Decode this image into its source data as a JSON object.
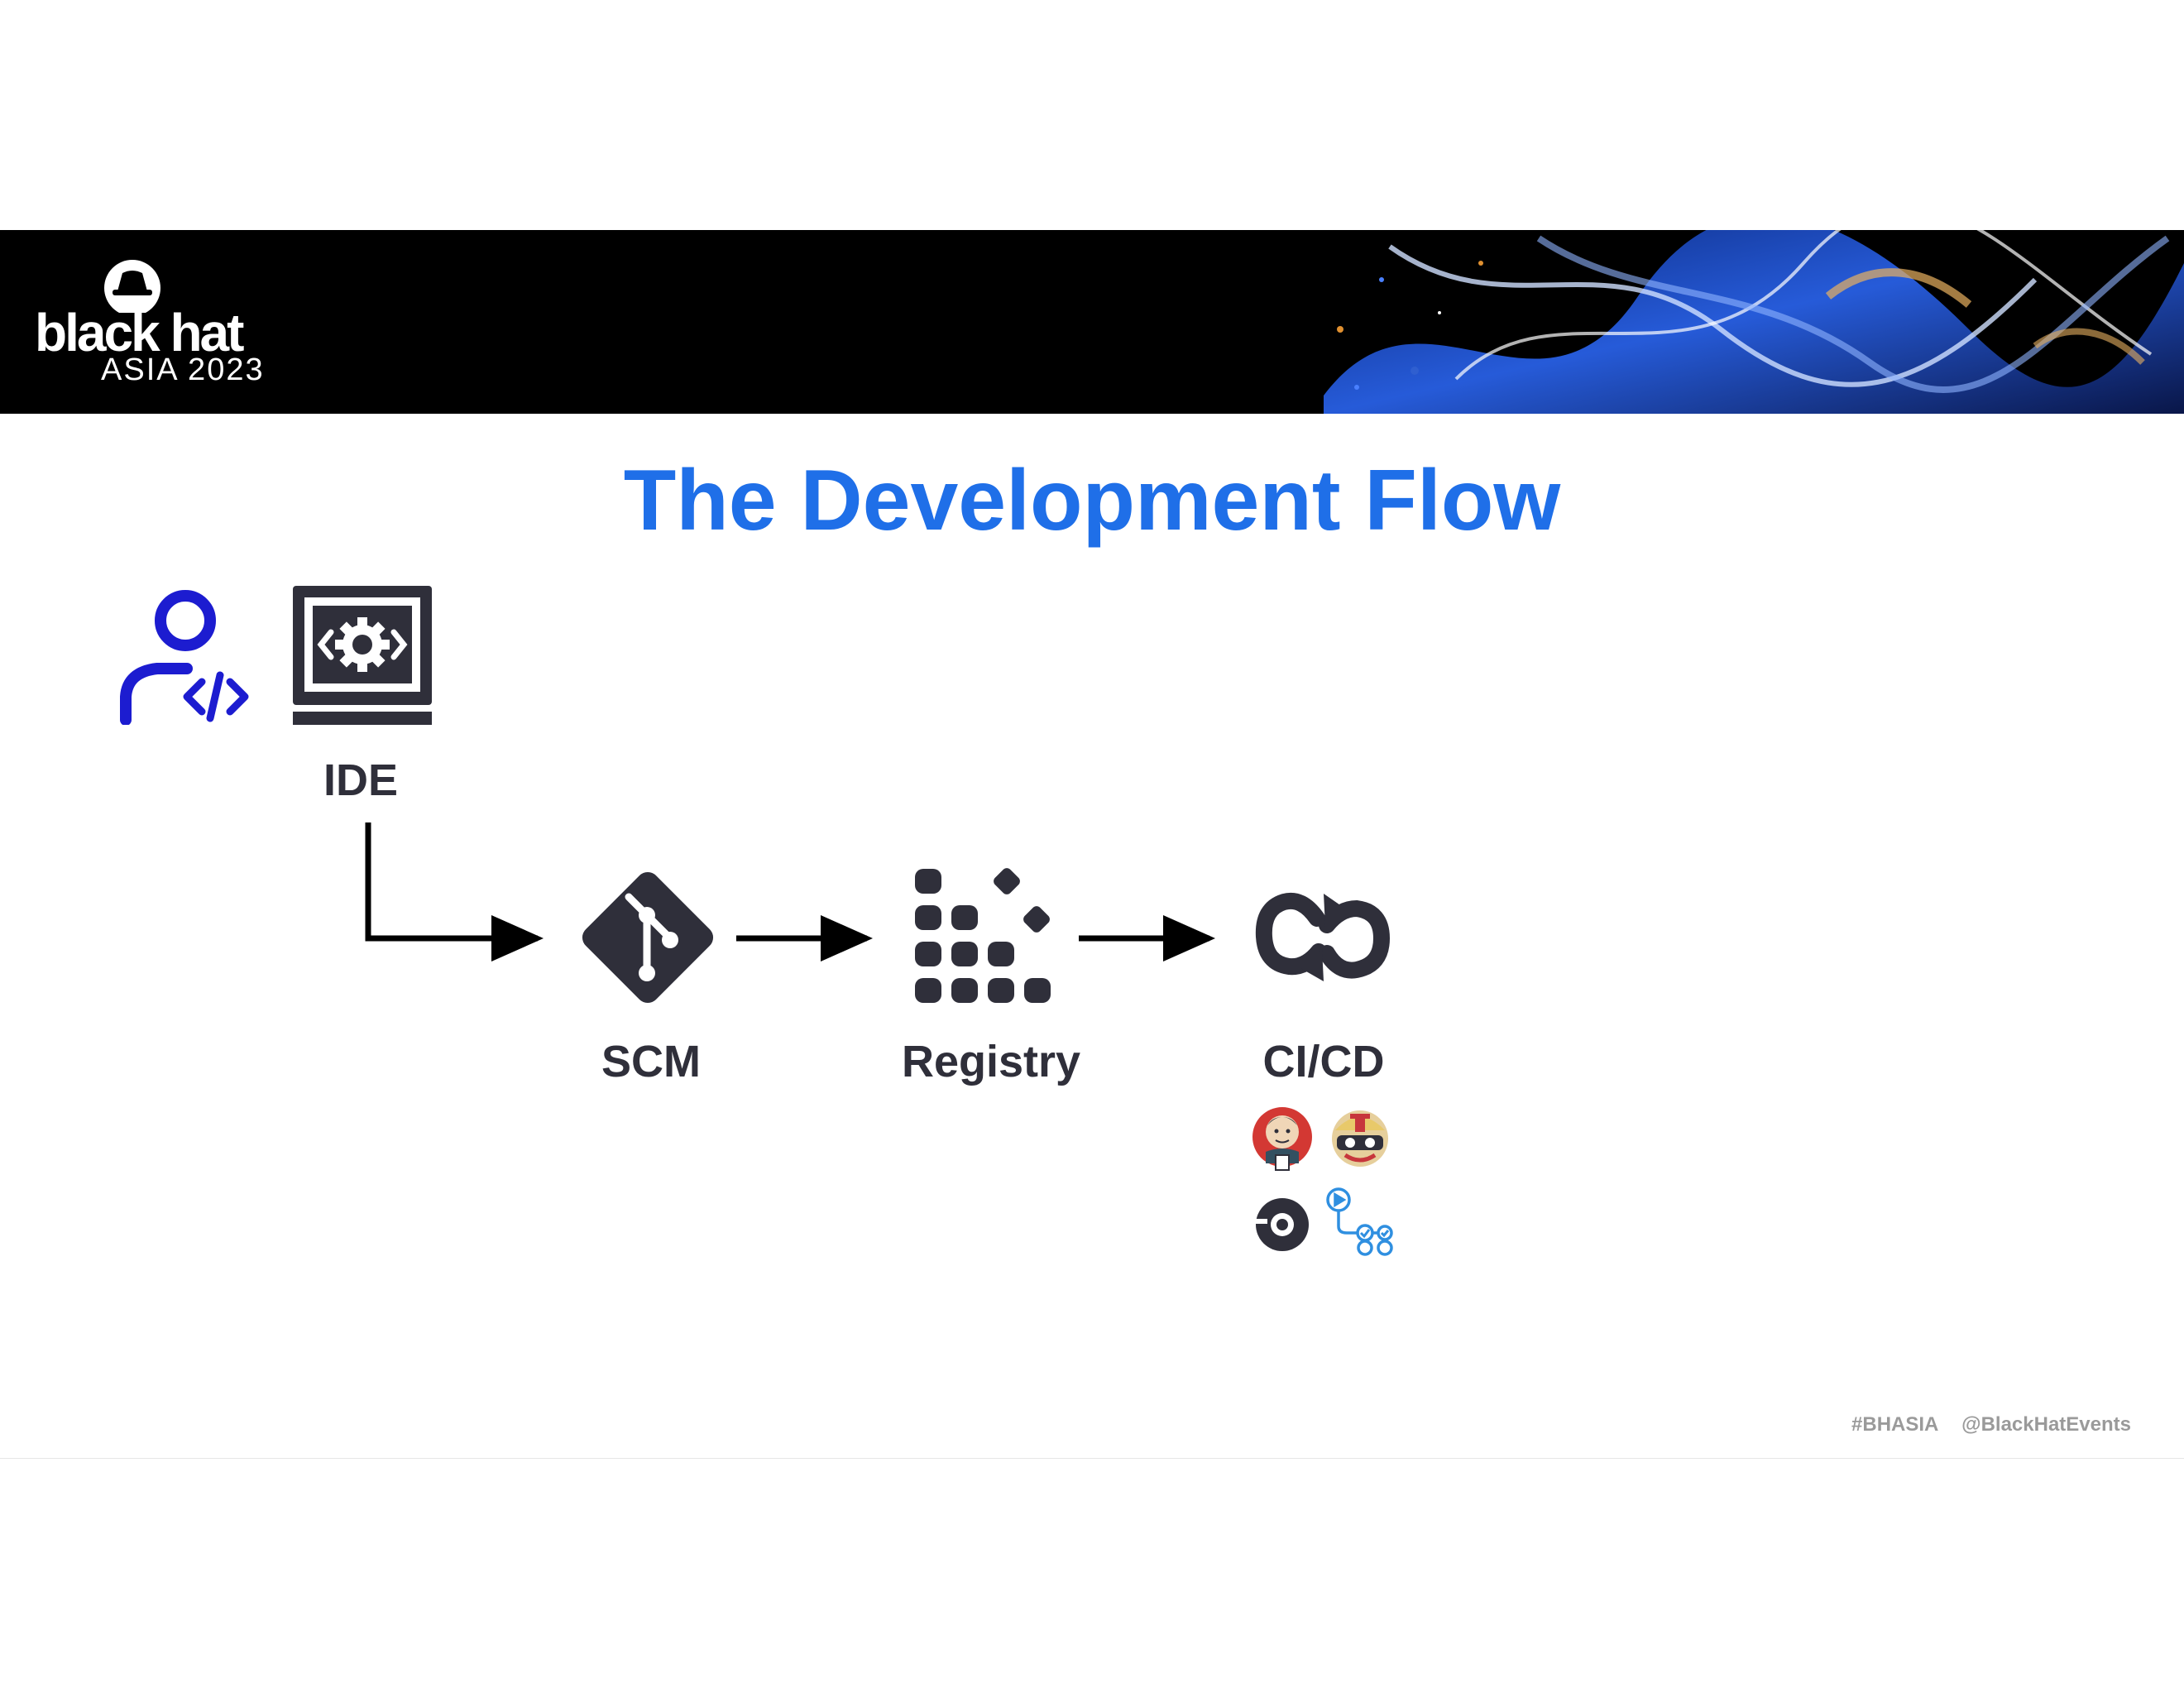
{
  "banner": {
    "logo_main": "black hat",
    "logo_sub": "ASIA 2023"
  },
  "slide": {
    "title": "The Development Flow"
  },
  "flow": {
    "ide_label": "IDE",
    "scm_label": "SCM",
    "registry_label": "Registry",
    "cicd_label": "CI/CD",
    "ci_tools": [
      "jenkins-icon",
      "travis-ci-icon",
      "circleci-icon",
      "github-actions-icon"
    ]
  },
  "footer": {
    "hashtag": "#BHASIA",
    "handle": "@BlackHatEvents"
  },
  "colors": {
    "title": "#1f6fe8",
    "developer_icon": "#1c1cd0",
    "dark_icon": "#2f2f3a"
  }
}
